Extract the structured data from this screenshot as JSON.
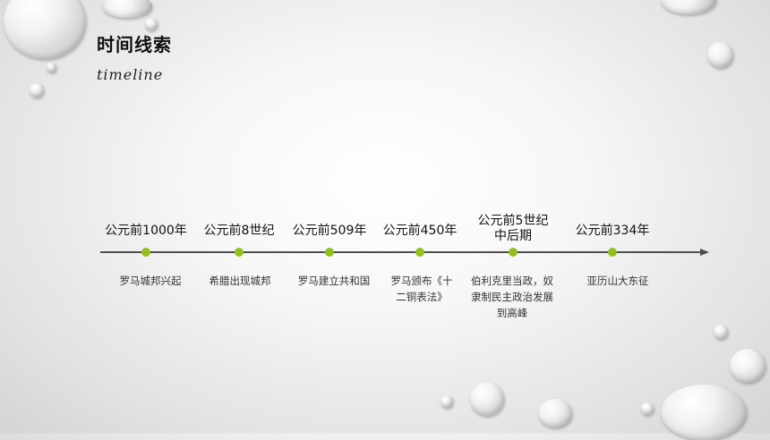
{
  "header": {
    "title": "时间线索",
    "subtitle": "timeline"
  },
  "timeline": {
    "events": [
      {
        "date": "公元前1000年",
        "description": "罗马城邦兴起"
      },
      {
        "date": "公元前8世纪",
        "description": "希腊出现城邦"
      },
      {
        "date": "公元前509年",
        "description": "罗马建立共和国"
      },
      {
        "date": "公元前450年",
        "description": "罗马颁布《十二铜表法》"
      },
      {
        "date": "公元前5世纪中后期",
        "description": "伯利克里当政，奴隶制民主政治发展到高峰"
      },
      {
        "date": "公元前334年",
        "description": "亚历山大东征"
      }
    ]
  },
  "colors": {
    "accent": "#93c01f",
    "axis": "#4d4d4d"
  }
}
